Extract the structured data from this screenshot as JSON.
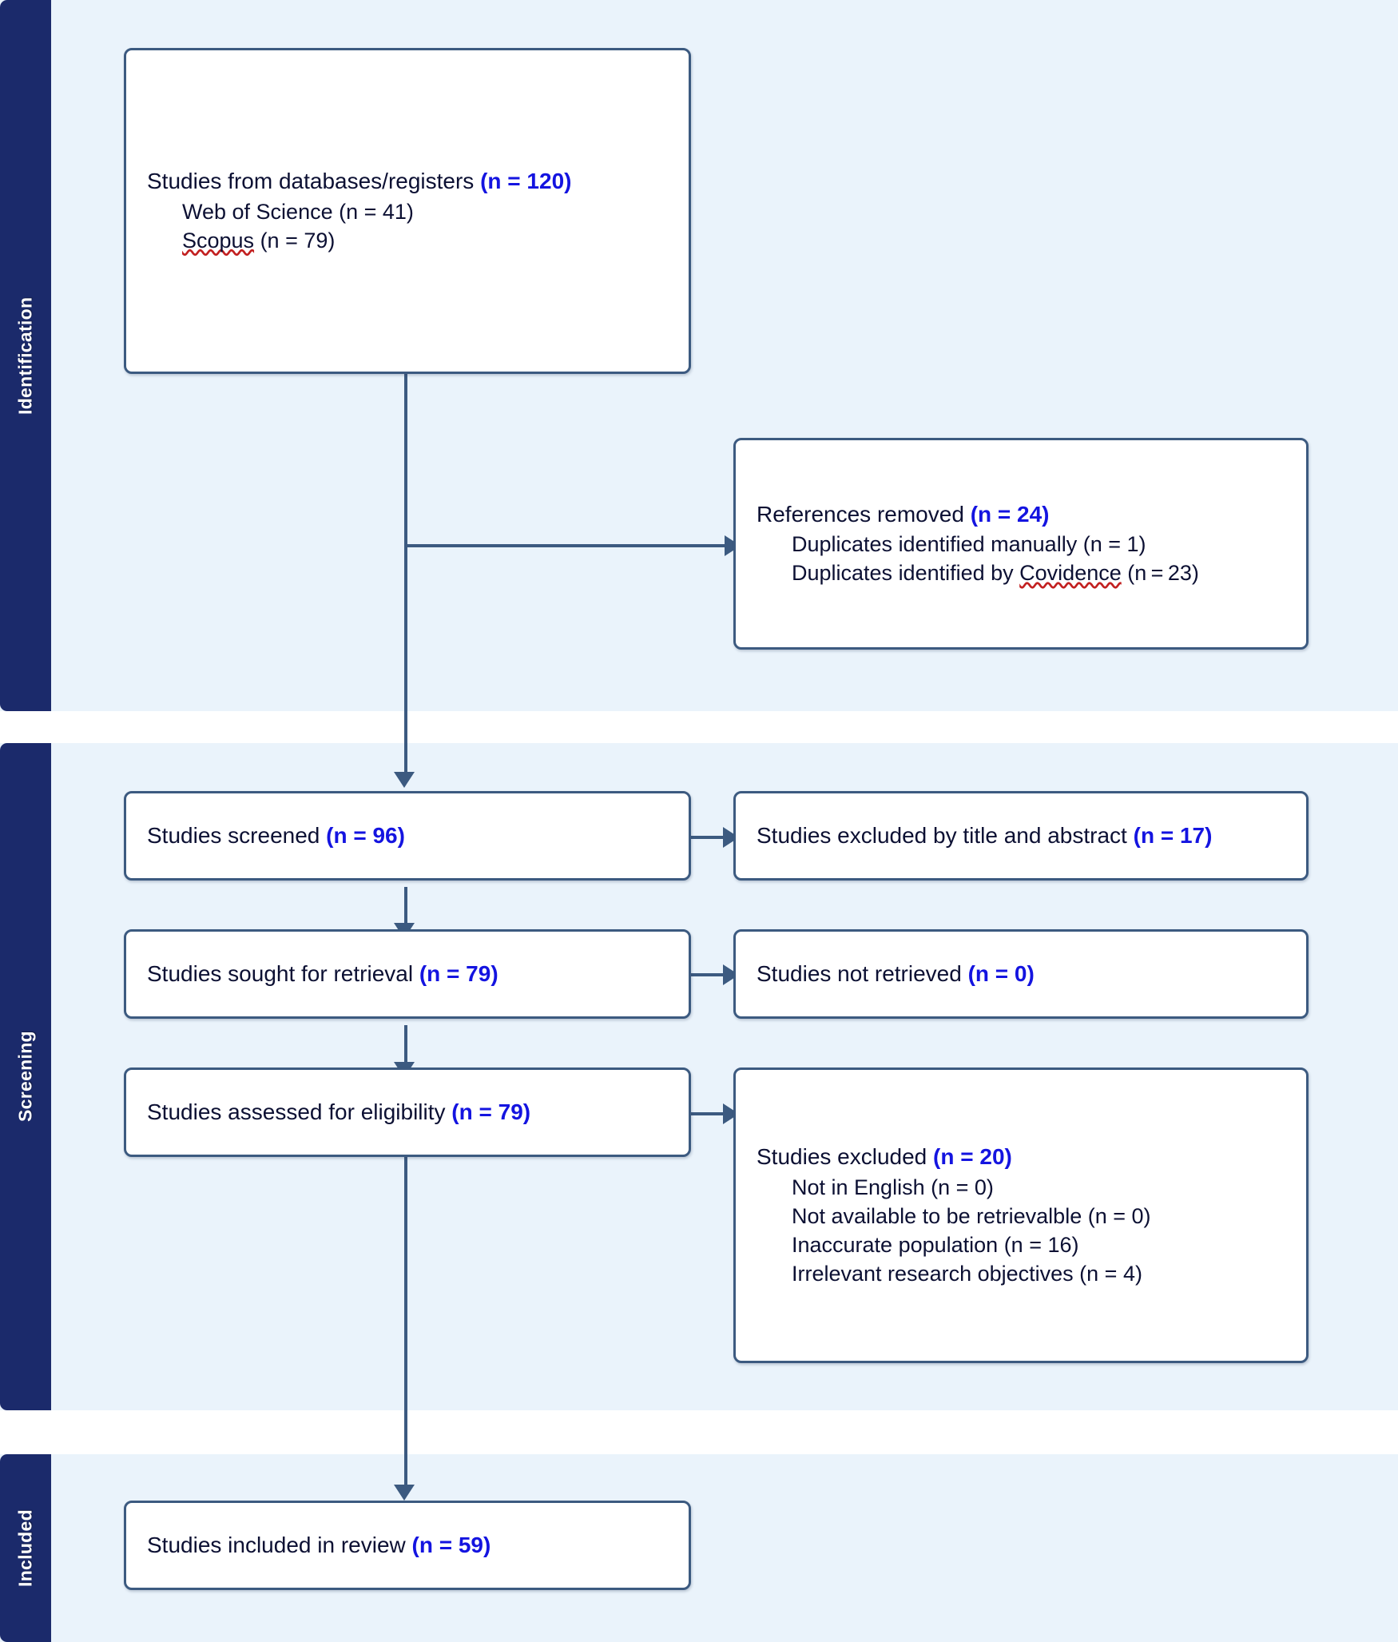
{
  "diagram": {
    "type": "PRISMA flow diagram",
    "accent_navy": "#1b2a6b",
    "accent_border": "#3c5a80",
    "band_bg": "#eaf3fb",
    "count_color": "#1414e0"
  },
  "bands": [
    {
      "id": "identification",
      "label": "Identification"
    },
    {
      "id": "screening",
      "label": "Screening"
    },
    {
      "id": "included",
      "label": "Included"
    }
  ],
  "boxes": {
    "databases": {
      "title_text": "Studies from databases/registers ",
      "title_count": "(n = 120)",
      "items": [
        "Web of Science (n = 41)",
        "Scopus (n = 79)"
      ]
    },
    "references_removed": {
      "title_text": "References removed ",
      "title_count": "(n = 24)",
      "items": [
        "Duplicates identified manually (n = 1)",
        "Duplicates identified by Covidence (n = 23)"
      ]
    },
    "screened": {
      "title_text": "Studies screened ",
      "title_count": "(n = 96)"
    },
    "excluded_title_abstract": {
      "title_text": "Studies excluded by title and abstract ",
      "title_count": "(n = 17)"
    },
    "sought_retrieval": {
      "title_text": "Studies sought for retrieval ",
      "title_count": "(n = 79)"
    },
    "not_retrieved": {
      "title_text": "Studies not retrieved ",
      "title_count": "(n = 0)"
    },
    "assessed_eligibility": {
      "title_text": "Studies assessed for eligibility ",
      "title_count": "(n = 79)"
    },
    "studies_excluded": {
      "title_text": "Studies excluded ",
      "title_count": "(n = 20)",
      "items": [
        "Not in English (n = 0)",
        "Not available to be retrievalble (n = 0)",
        "Inaccurate population (n = 16)",
        "Irrelevant research objectives (n = 4)"
      ]
    },
    "included_review": {
      "title_text": "Studies included in review ",
      "title_count": "(n = 59)"
    }
  }
}
